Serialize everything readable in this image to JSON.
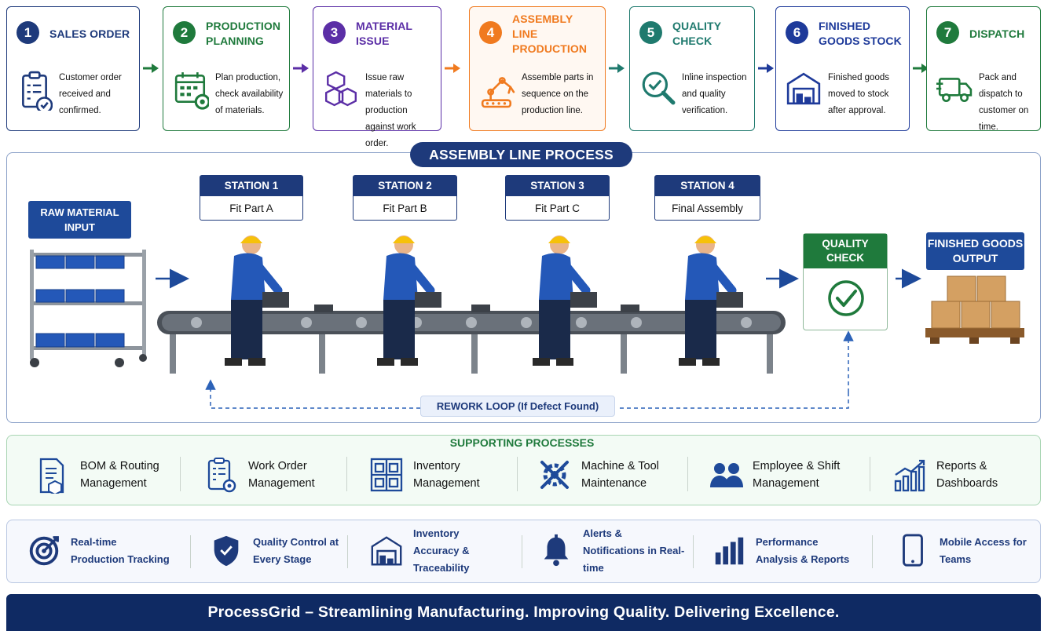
{
  "steps": [
    {
      "num": "1",
      "title": "SALES ORDER",
      "desc": "Customer order received and confirmed.",
      "color": "#1e3a7b",
      "icon": "clipboard-check-icon"
    },
    {
      "num": "2",
      "title": "PRODUCTION PLANNING",
      "desc": "Plan production, check availability of materials.",
      "color": "#1f7a3c",
      "icon": "calendar-gear-icon"
    },
    {
      "num": "3",
      "title": "MATERIAL ISSUE",
      "desc": "Issue raw materials to production against work order.",
      "color": "#5b2ea6",
      "icon": "boxes-icon"
    },
    {
      "num": "4",
      "title": "ASSEMBLY LINE PRODUCTION",
      "desc": "Assemble parts in sequence on the production line.",
      "color": "#f07a1f",
      "icon": "robot-arm-icon"
    },
    {
      "num": "5",
      "title": "QUALITY CHECK",
      "desc": "Inline inspection and quality verification.",
      "color": "#1f7a6e",
      "icon": "magnifier-check-icon"
    },
    {
      "num": "6",
      "title": "FINISHED GOODS STOCK",
      "desc": "Finished goods moved to stock after approval.",
      "color": "#1e3a9a",
      "icon": "warehouse-icon"
    },
    {
      "num": "7",
      "title": "DISPATCH",
      "desc": "Pack and dispatch to customer on time.",
      "color": "#1f7a3c",
      "icon": "truck-icon"
    }
  ],
  "assembly": {
    "title": "ASSEMBLY LINE PROCESS",
    "raw_input": "RAW MATERIAL INPUT",
    "stations": [
      {
        "label": "STATION 1",
        "task": "Fit Part A"
      },
      {
        "label": "STATION 2",
        "task": "Fit Part B"
      },
      {
        "label": "STATION 3",
        "task": "Fit Part C"
      },
      {
        "label": "STATION 4",
        "task": "Final Assembly"
      }
    ],
    "quality_check": "QUALITY CHECK",
    "finished_output": "FINISHED GOODS OUTPUT",
    "rework": "REWORK LOOP (If Defect Found)"
  },
  "supporting": {
    "title": "SUPPORTING PROCESSES",
    "items": [
      {
        "label": "BOM & Routing Management",
        "icon": "bom-document-icon"
      },
      {
        "label": "Work Order Management",
        "icon": "work-order-icon"
      },
      {
        "label": "Inventory Management",
        "icon": "inventory-shelf-icon"
      },
      {
        "label": "Machine & Tool Maintenance",
        "icon": "tools-gear-icon"
      },
      {
        "label": "Employee & Shift Management",
        "icon": "employees-icon"
      },
      {
        "label": "Reports & Dashboards",
        "icon": "chart-growth-icon"
      }
    ]
  },
  "features": [
    {
      "label": "Real-time Production Tracking",
      "icon": "target-icon"
    },
    {
      "label": "Quality Control at Every Stage",
      "icon": "shield-check-icon"
    },
    {
      "label": "Inventory Accuracy & Traceability",
      "icon": "warehouse-icon"
    },
    {
      "label": "Alerts & Notifications in Real-time",
      "icon": "bell-icon"
    },
    {
      "label": "Performance Analysis & Reports",
      "icon": "bar-chart-icon"
    },
    {
      "label": "Mobile Access for Teams",
      "icon": "mobile-icon"
    }
  ],
  "footer": "ProcessGrid – Streamlining Manufacturing. Improving Quality. Delivering Excellence."
}
